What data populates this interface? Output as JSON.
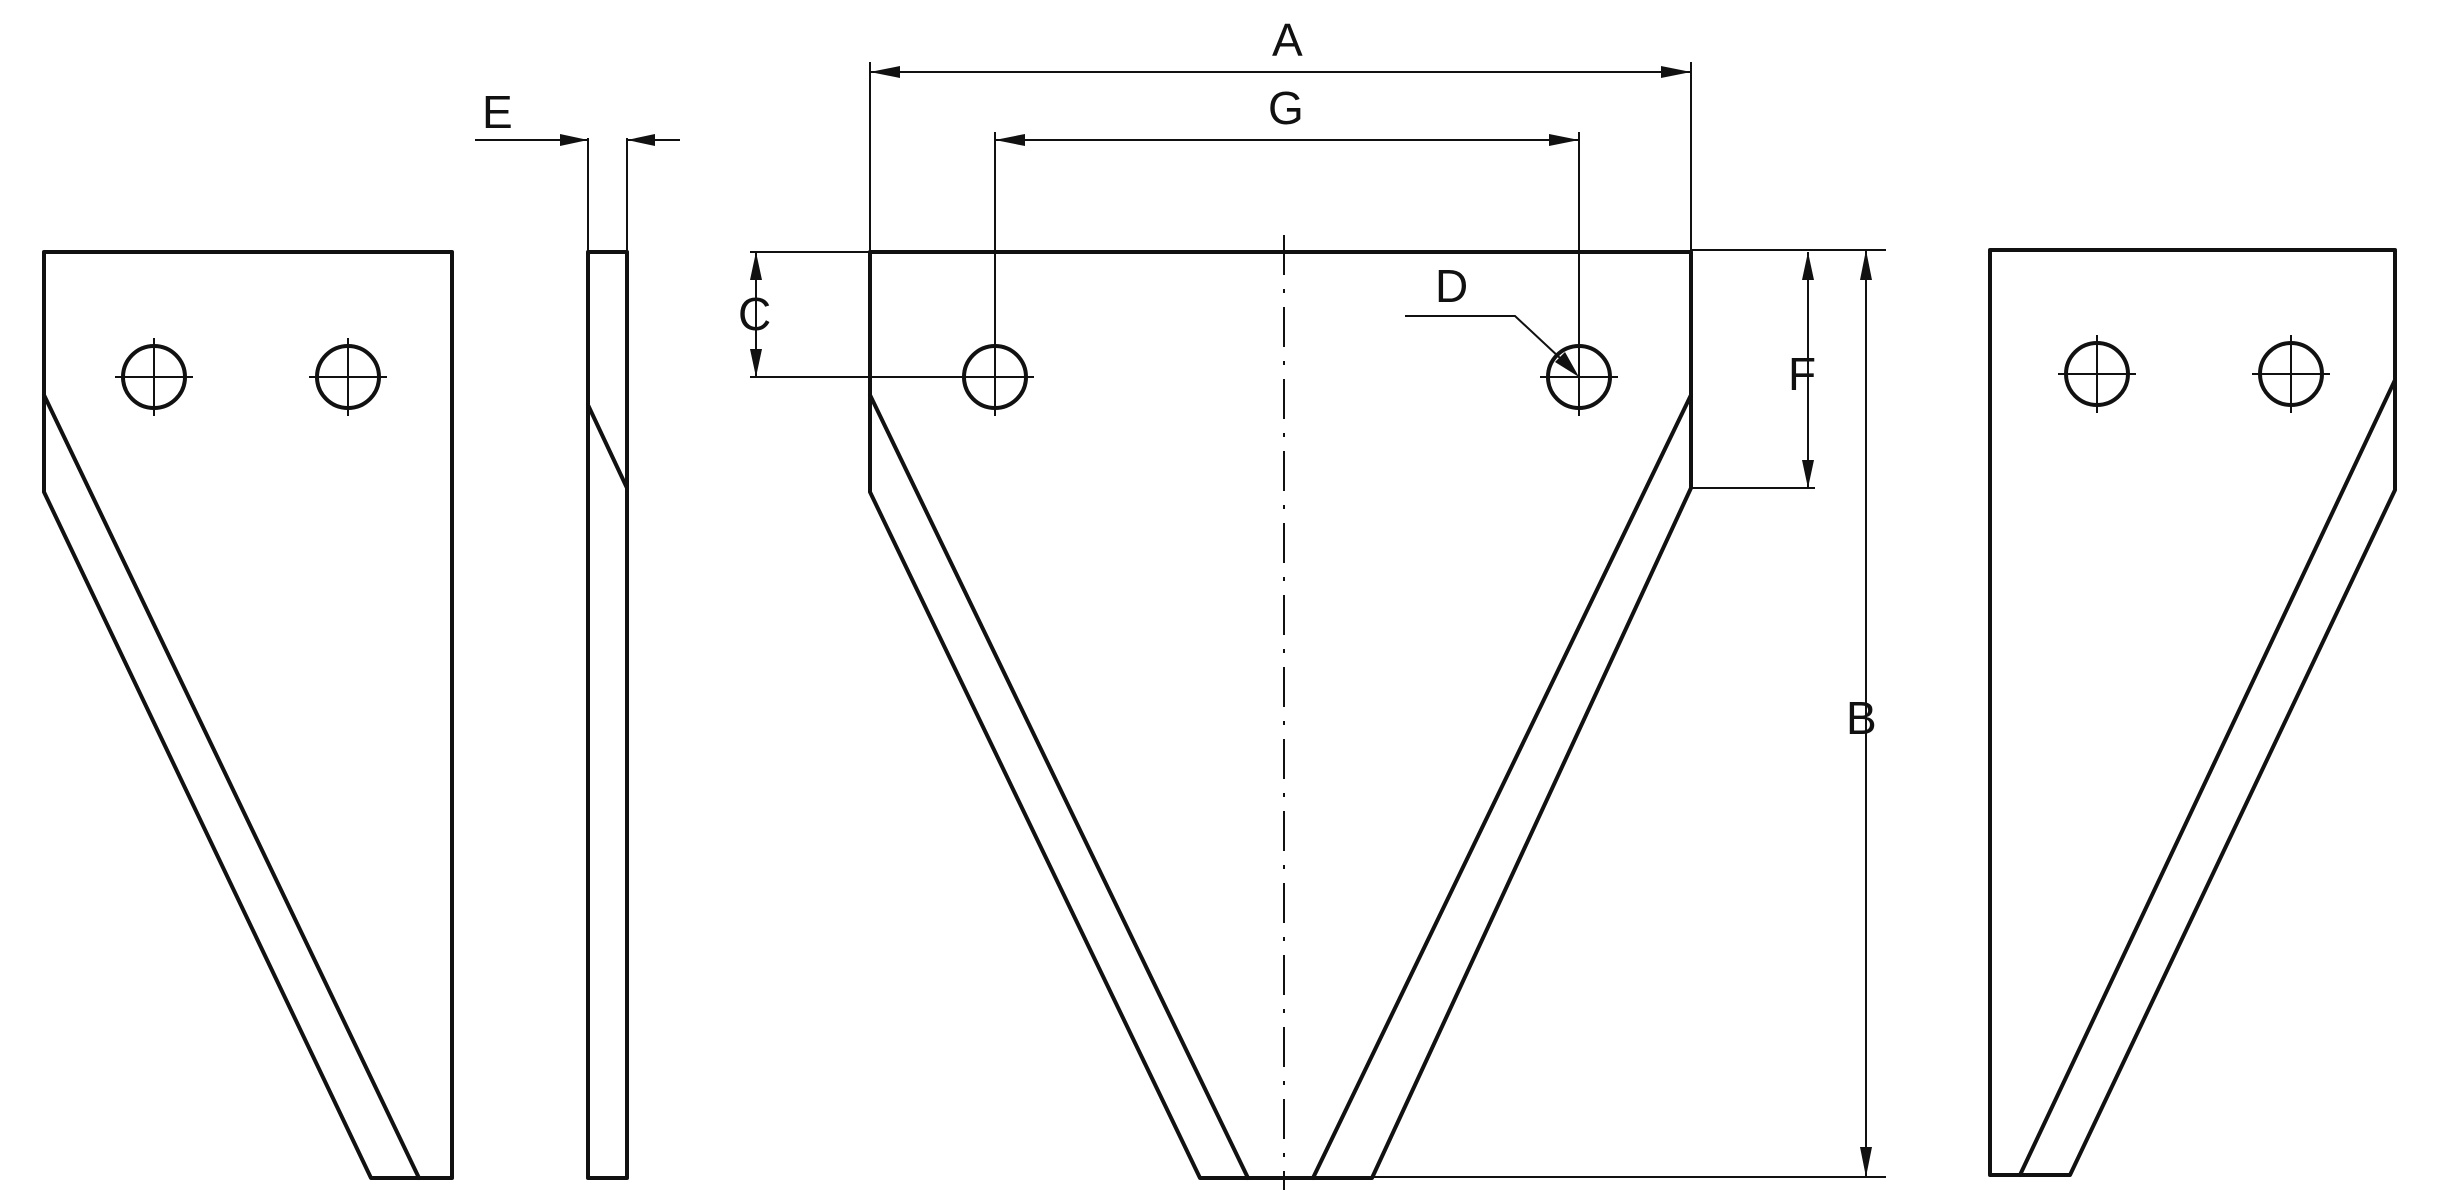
{
  "dimension_labels": {
    "A": "A",
    "B": "B",
    "C": "C",
    "D": "D",
    "E": "E",
    "F": "F",
    "G": "G"
  }
}
